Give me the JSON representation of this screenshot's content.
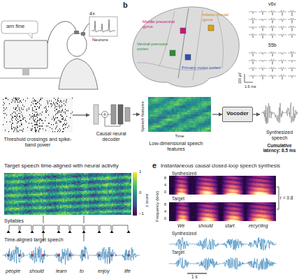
{
  "diagram": {
    "nodes": [
      {
        "text": [
          "Threshold crossings and spike-band power"
        ]
      },
      {
        "text": [
          "Causal neural decoder"
        ]
      },
      {
        "text": [
          "Speech features",
          "Time",
          "Low-dimensional speech features"
        ]
      },
      {
        "text": [
          "Vocoder"
        ]
      },
      {
        "text": [
          "Synthesized speech",
          "Cumulative latency: 8.5 ms"
        ]
      }
    ],
    "edges": [
      {
        "from": 0,
        "to": 1,
        "arrow": "to"
      },
      {
        "from": 1,
        "to": 2,
        "arrow": "to"
      },
      {
        "from": 2,
        "to": 3,
        "arrow": "to"
      },
      {
        "from": 3,
        "to": 4,
        "arrow": "to"
      }
    ],
    "labels": [
      "am fine",
      "4×",
      "Neurons",
      "b",
      "Middle precentral gyrus",
      "Ventral premotor cortex",
      "Primary motor cortex",
      "Inferior frontal gyrus",
      "v6v",
      "55b",
      "100 µV",
      "1.6 ms",
      "Target speech time-aligned with neural activity",
      "1",
      "0",
      "−1",
      "z score",
      "Syllables",
      "Time-aligned target speech",
      "people",
      "should",
      "learn",
      "to",
      "enjoy",
      "life",
      "e",
      "Instantaneous causal closed-loop speech synthesis",
      "Synthesized",
      "Target",
      "Frequency (kHz)",
      "8",
      "4",
      "0",
      "8",
      "4",
      "0",
      "r = 0.8",
      "We",
      "should",
      "start",
      "recycling",
      "Synthesized",
      "Target",
      "1 s"
    ]
  }
}
